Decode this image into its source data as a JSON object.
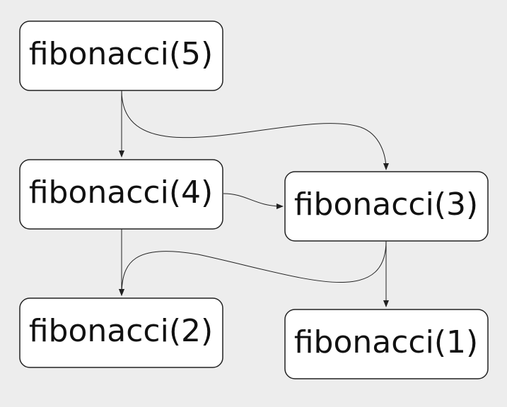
{
  "diagram": {
    "nodes": {
      "fib5": {
        "label": "fibonacci(5)"
      },
      "fib4": {
        "label": "fibonacci(4)"
      },
      "fib3": {
        "label": "fibonacci(3)"
      },
      "fib2": {
        "label": "fibonacci(2)"
      },
      "fib1": {
        "label": "fibonacci(1)"
      }
    },
    "edges": [
      {
        "from": "fibonacci(5)",
        "to": "fibonacci(4)"
      },
      {
        "from": "fibonacci(5)",
        "to": "fibonacci(3)"
      },
      {
        "from": "fibonacci(4)",
        "to": "fibonacci(3)"
      },
      {
        "from": "fibonacci(4)",
        "to": "fibonacci(2)"
      },
      {
        "from": "fibonacci(3)",
        "to": "fibonacci(2)"
      },
      {
        "from": "fibonacci(3)",
        "to": "fibonacci(1)"
      }
    ],
    "colors": {
      "background": "#ededed",
      "node_fill": "#ffffff",
      "stroke": "#222222",
      "text": "#111111"
    }
  }
}
